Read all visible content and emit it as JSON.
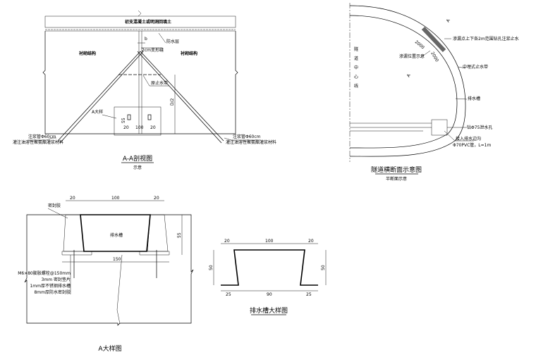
{
  "section_aa": {
    "title": "A-A剖视图",
    "subtitle": "示意",
    "top_fill": "初支混凝土或明洞回填土",
    "waterproof_layer": "防水层",
    "deformation_joint": "2cm变形缝",
    "width_b": "b",
    "lining_left": "衬砌结构",
    "lining_right": "衬砌结构",
    "waterstop": "原止水带",
    "half_d": "D/2",
    "detail_a_ref": "A大样",
    "dim_55": "55",
    "dim_20_left": "20",
    "dim_100": "100",
    "dim_20_right": "20",
    "grout_pipe_left": "注浆管Φ60cm",
    "grout_material_left": "灌注油溶性聚氨酯灌浆材料",
    "grout_pipe_right": "注浆管Φ60cm",
    "grout_material_right": "灌注油溶性聚氨酯灌浆材料"
  },
  "tunnel_section": {
    "title": "隧道横断面示意图",
    "subtitle": "半断面示意",
    "centerline": [
      "隧",
      "道",
      "中",
      "心",
      "线"
    ],
    "section_mark_top": "A",
    "section_mark_bottom": "A",
    "leak_location": "渗漏位置示意",
    "dim_2000_a": "2000",
    "dim_2000_b": "2000",
    "grout_range": "渗漏点上下各2m范围钻孔注浆止水",
    "buried_waterstop": "中埋式止水带",
    "drain_channel": "排水槽",
    "drain_hole": "钻Φ75泄水孔",
    "side_ditch": "接入排水边沟",
    "pvc_pipe": "Φ70PVC管，L=1m"
  },
  "detail_a": {
    "title": "A大样图",
    "sealant": "密封胶",
    "channel": "排水槽",
    "dim_20_left": "20",
    "dim_100": "100",
    "dim_20_right": "20",
    "dim_55": "55",
    "dim_150": "150",
    "notes": [
      "M6×80膨胀螺栓@150mm",
      "3mm 密封垫片",
      "1mm厚不锈钢排水槽",
      "8mm厚防水密封胶"
    ]
  },
  "channel_detail": {
    "title": "排水槽大样图",
    "dim_top_left": "20",
    "dim_top_mid": "100",
    "dim_top_right": "20",
    "dim_height_left": "50",
    "dim_height_right": "50",
    "dim_bot_left": "25",
    "dim_bot_mid": "90",
    "dim_bot_right": "25"
  }
}
